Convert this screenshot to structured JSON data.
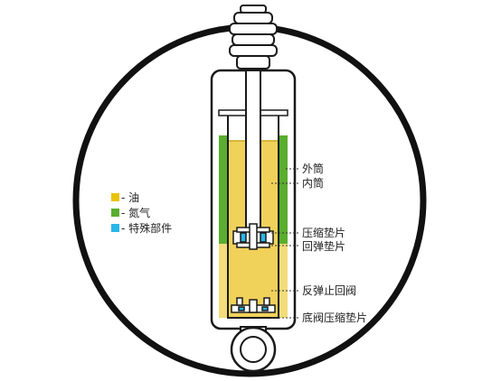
{
  "legend": [
    {
      "label": "- 油",
      "color": "#e8c30a"
    },
    {
      "label": "- 氮气",
      "color": "#5aad2e"
    },
    {
      "label": "- 特殊部件",
      "color": "#2ab6e8"
    }
  ],
  "labels": {
    "outer_tube": "外筒",
    "inner_tube": "内筒",
    "compression_shim": "压缩垫片",
    "rebound_shim": "回弹垫片",
    "rebound_stop_valve": "反弹止回阀",
    "base_valve_compression_shim": "底阀压缩垫片"
  },
  "colors": {
    "oil": "#f3dc7a",
    "oil_inner": "#f0d15a",
    "nitrogen": "#5aad2e",
    "outline": "#1a1a1a",
    "ring": "#111111"
  }
}
